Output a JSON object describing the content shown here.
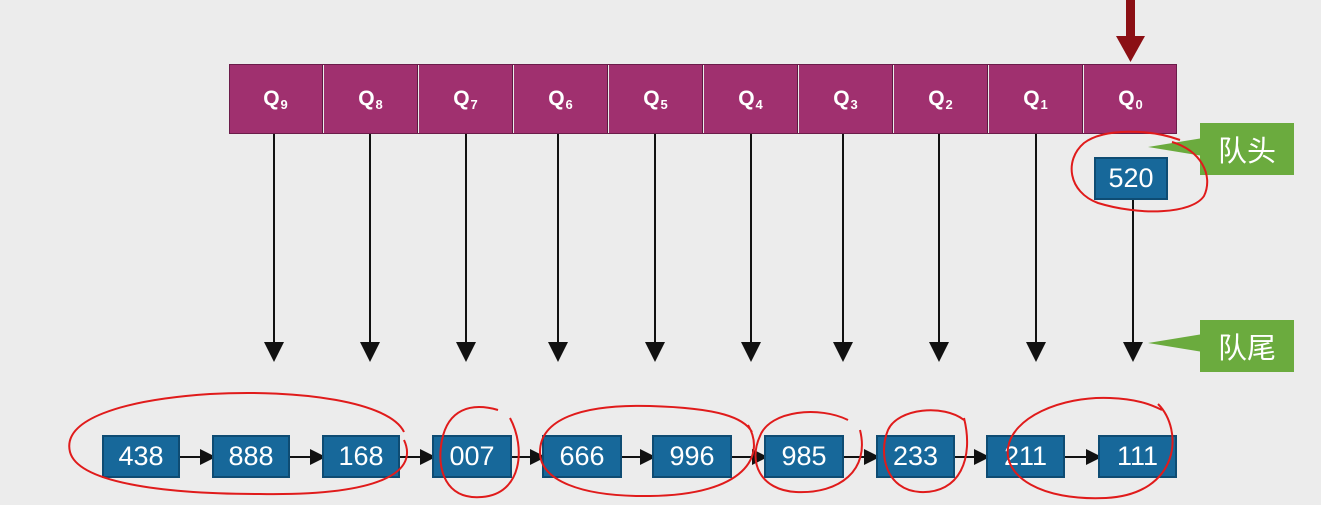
{
  "queues": [
    "Q9",
    "Q8",
    "Q7",
    "Q6",
    "Q5",
    "Q4",
    "Q3",
    "Q2",
    "Q1",
    "Q0"
  ],
  "queue_display": [
    {
      "letter": "Q",
      "sub": "9"
    },
    {
      "letter": "Q",
      "sub": "8"
    },
    {
      "letter": "Q",
      "sub": "7"
    },
    {
      "letter": "Q",
      "sub": "6"
    },
    {
      "letter": "Q",
      "sub": "5"
    },
    {
      "letter": "Q",
      "sub": "4"
    },
    {
      "letter": "Q",
      "sub": "3"
    },
    {
      "letter": "Q",
      "sub": "2"
    },
    {
      "letter": "Q",
      "sub": "1"
    },
    {
      "letter": "Q",
      "sub": "0"
    }
  ],
  "head_node": "520",
  "list_nodes": [
    "438",
    "888",
    "168",
    "007",
    "666",
    "996",
    "985",
    "233",
    "211",
    "111"
  ],
  "labels": {
    "head": "队头",
    "tail": "队尾"
  },
  "colors": {
    "queue_bar": "#a0306f",
    "node": "#17689a",
    "tag": "#6bab3e",
    "pointer_arrow": "#8b0f14",
    "annotation": "#e01b1b"
  }
}
